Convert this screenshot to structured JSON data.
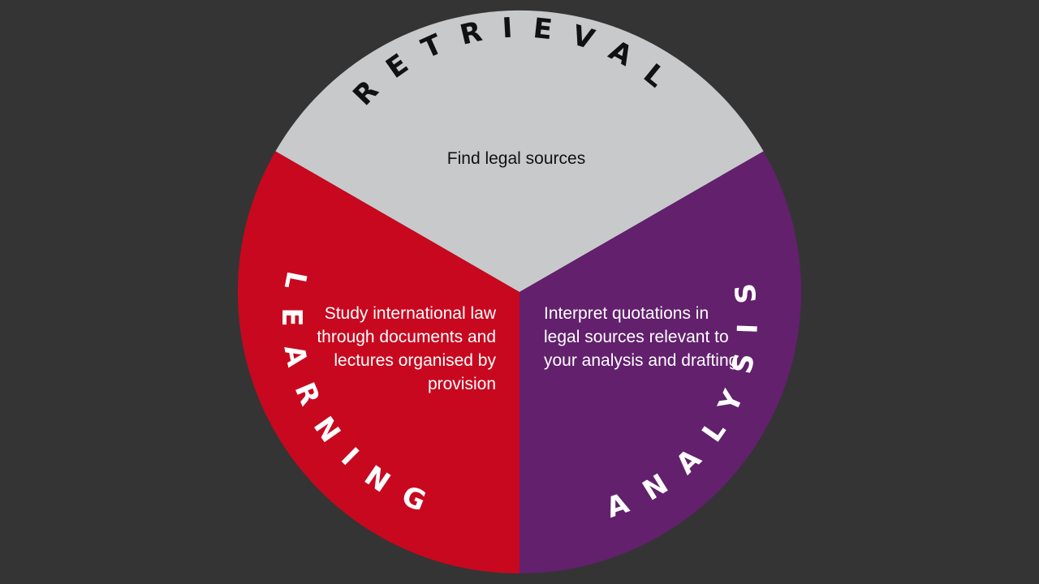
{
  "diagram": {
    "colors": {
      "background": "#343434",
      "retrieval": "#c8c9cb",
      "learning": "#c8081f",
      "analysis": "#62206d",
      "dark_text": "#111111",
      "light_text": "#ffffff"
    },
    "segments": {
      "retrieval": {
        "label": "RETRIEVAL",
        "description": "Find legal sources"
      },
      "learning": {
        "label": "LEARNING",
        "description": "Study international law through documents and lectures organised by provision"
      },
      "analysis": {
        "label": "ANALYSIS",
        "description": "Interpret quotations in legal sources relevant to your analysis and drafting"
      }
    }
  }
}
